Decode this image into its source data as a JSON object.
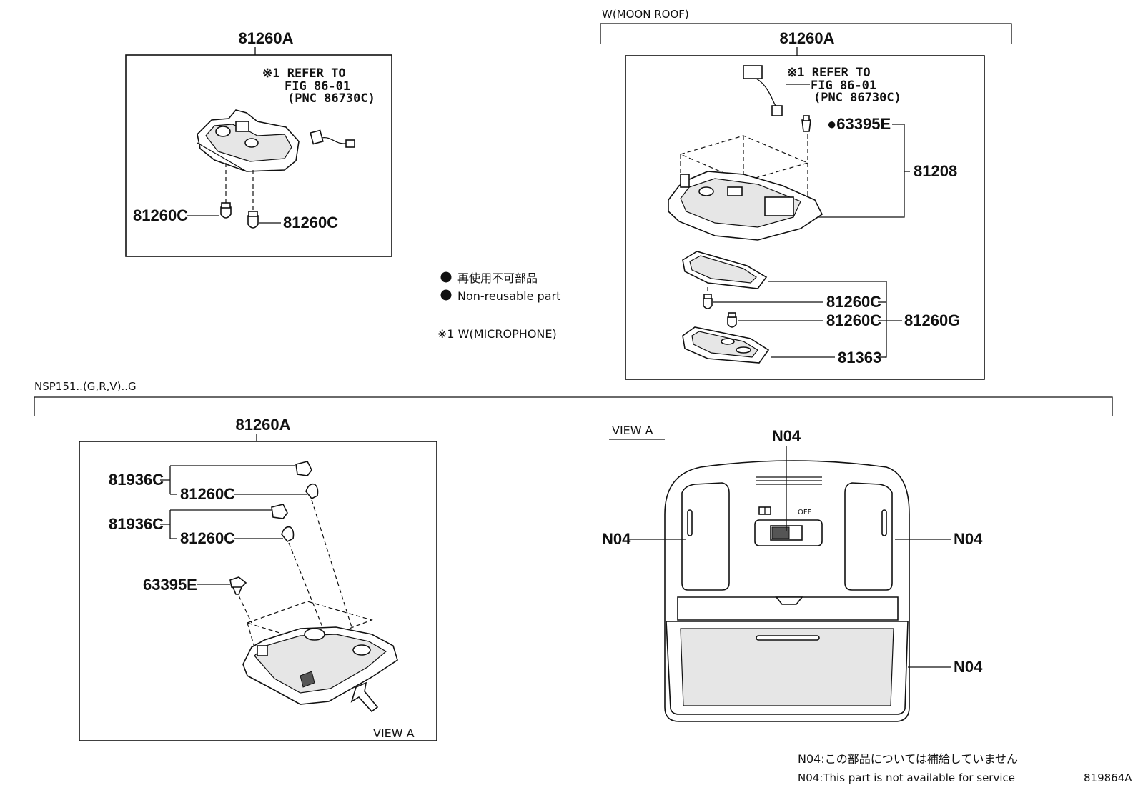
{
  "groups": {
    "moon_roof": "W(MOON ROOF)",
    "nsp151": "NSP151..(G,R,V)..G"
  },
  "parts": {
    "p81260A": "81260A",
    "p81260C": "81260C",
    "p81260G": "81260G",
    "p81208": "81208",
    "p81363": "81363",
    "p63395E": "63395E",
    "p63395E_nonreusable": "●63395E",
    "p81936C": "81936C",
    "n04": "N04"
  },
  "refer": {
    "line1": "※1 REFER TO",
    "line2": "FIG 86-01",
    "line3": "(PNC 86730C)"
  },
  "legend": {
    "non_reusable_ja": "再使用不可部品",
    "non_reusable_en": "Non-reusable part",
    "note1": "※1 W(MICROPHONE)"
  },
  "view_a": {
    "title": "VIEW A",
    "arrow_label": "VIEW A",
    "switch_off": "OFF"
  },
  "notes": {
    "n04_ja": "N04:この部品については補給していません",
    "n04_en": "N04:This part is not available for service"
  },
  "figure_id": "819864A"
}
